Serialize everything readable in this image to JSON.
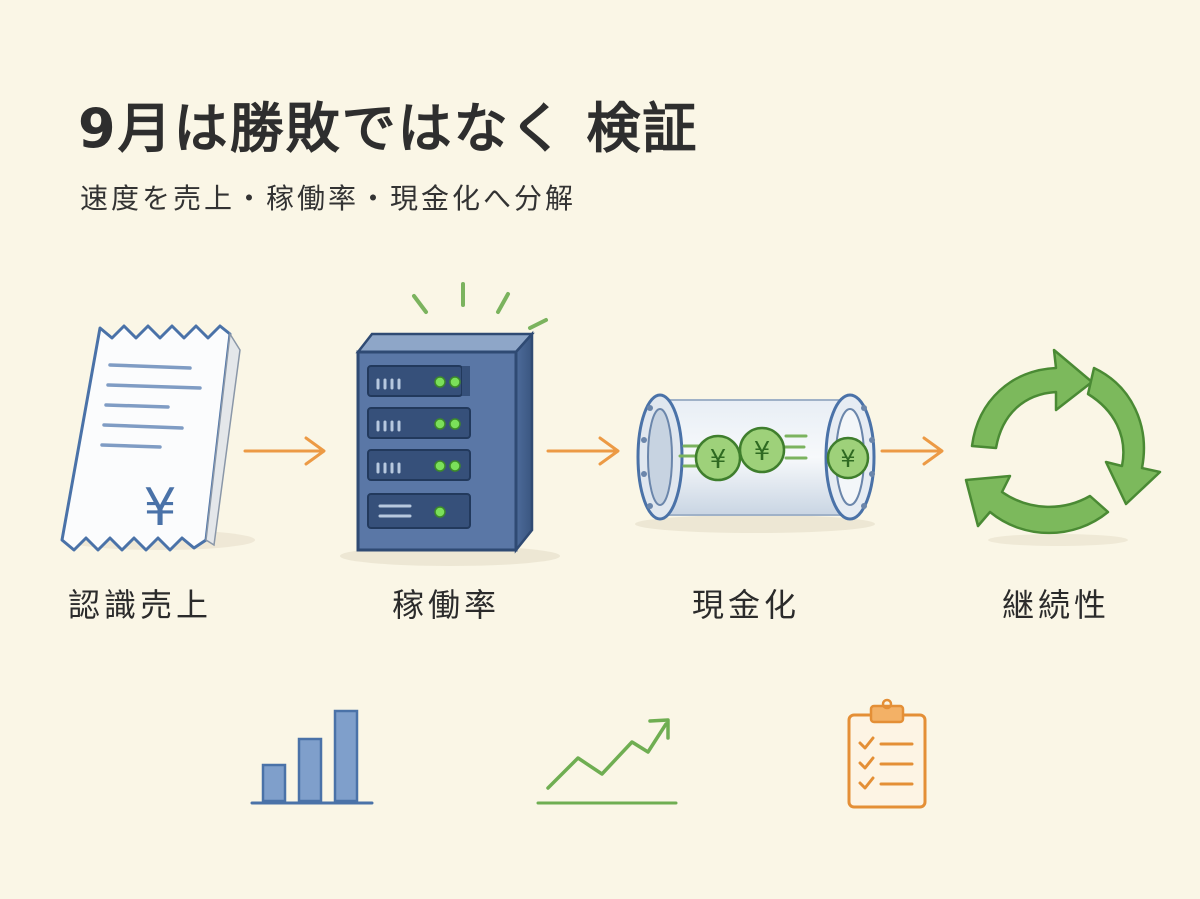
{
  "header": {
    "title": "9月は勝敗ではなく 検証",
    "subtitle": "速度を売上・稼働率・現金化へ分解"
  },
  "steps": [
    {
      "label": "認識売上",
      "icon": "receipt-icon"
    },
    {
      "label": "稼働率",
      "icon": "server-icon"
    },
    {
      "label": "現金化",
      "icon": "cash-pipe-icon"
    },
    {
      "label": "継続性",
      "icon": "recycle-arrows-icon"
    }
  ],
  "bottom_icons": [
    "bar-chart-icon",
    "trend-up-icon",
    "checklist-clipboard-icon"
  ],
  "symbols": {
    "yen": "¥"
  },
  "colors": {
    "background": "#faf6e6",
    "blue": "#4a72a8",
    "orange": "#ec9a45",
    "green": "#6fae52",
    "ink": "#2b2b2b"
  }
}
